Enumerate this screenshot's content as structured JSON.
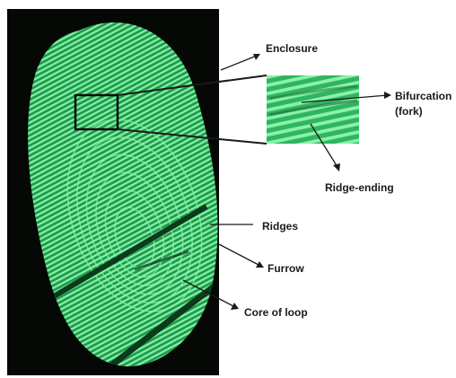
{
  "labels": {
    "enclosure": "Enclosure",
    "bifurcation_line1": "Bifurcation",
    "bifurcation_line2": "(fork)",
    "ridge_ending": "Ridge-ending",
    "ridges": "Ridges",
    "furrow": "Furrow",
    "core_of_loop": "Core of loop"
  },
  "colors": {
    "background_panel": "#050805",
    "fingerprint_base": "#1f9a4e",
    "ridge_highlight": "#7ff0a0",
    "furrow_dark": "#0b3a1c",
    "label_text": "#1a1a1a",
    "pointer_line": "#1a1a1a"
  },
  "icons": {
    "fingerprint": "fingerprint-image",
    "zoom_inset": "magnified-ridge-inset"
  }
}
